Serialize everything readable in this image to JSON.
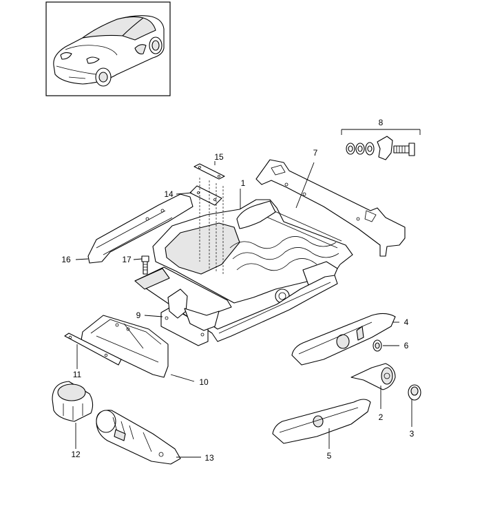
{
  "thumbnail": {
    "name": "car-thumbnail"
  },
  "callouts": [
    {
      "id": "c1",
      "label": "1"
    },
    {
      "id": "c2",
      "label": "2"
    },
    {
      "id": "c3",
      "label": "3"
    },
    {
      "id": "c4",
      "label": "4"
    },
    {
      "id": "c5",
      "label": "5"
    },
    {
      "id": "c6",
      "label": "6"
    },
    {
      "id": "c7",
      "label": "7"
    },
    {
      "id": "c8",
      "label": "8"
    },
    {
      "id": "c9",
      "label": "9"
    },
    {
      "id": "c10",
      "label": "10"
    },
    {
      "id": "c11",
      "label": "11"
    },
    {
      "id": "c12",
      "label": "12"
    },
    {
      "id": "c13",
      "label": "13"
    },
    {
      "id": "c14",
      "label": "14"
    },
    {
      "id": "c15",
      "label": "15"
    },
    {
      "id": "c16",
      "label": "16"
    },
    {
      "id": "c17",
      "label": "17"
    }
  ]
}
